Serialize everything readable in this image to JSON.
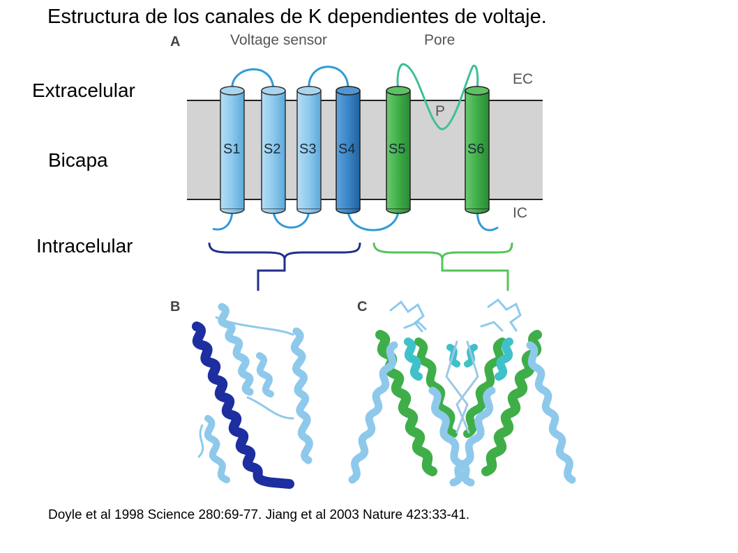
{
  "title": "Estructura de los canales de K dependientes de voltaje.",
  "labels": {
    "extracellular": "Extracelular",
    "bilayer": "Bicapa",
    "intracellular": "Intracelular"
  },
  "citation": "Doyle et al 1998 Science 280:69-77. Jiang et al 2003 Nature 423:33-41.",
  "figure": {
    "panel_a": {
      "letter": "A",
      "voltage_sensor": "Voltage sensor",
      "pore": "Pore",
      "ec": "EC",
      "ic": "IC",
      "p_loop": "P",
      "segments": [
        "S1",
        "S2",
        "S3",
        "S4",
        "S5",
        "S6"
      ]
    },
    "panel_b": {
      "letter": "B"
    },
    "panel_c": {
      "letter": "C"
    },
    "colors": {
      "sensor_light": "#8ec9ec",
      "s4": "#3a86c8",
      "pore_green": "#3fae49",
      "loop_blue": "#2f9bd6",
      "loop_teal": "#3dbf98",
      "membrane": "#d3d3d3",
      "bracket_navy": "#1f2f8a",
      "bracket_green": "#55c35a",
      "helix_dark": "#1c2ea0",
      "helix_cyan": "#3fc1c9"
    }
  }
}
